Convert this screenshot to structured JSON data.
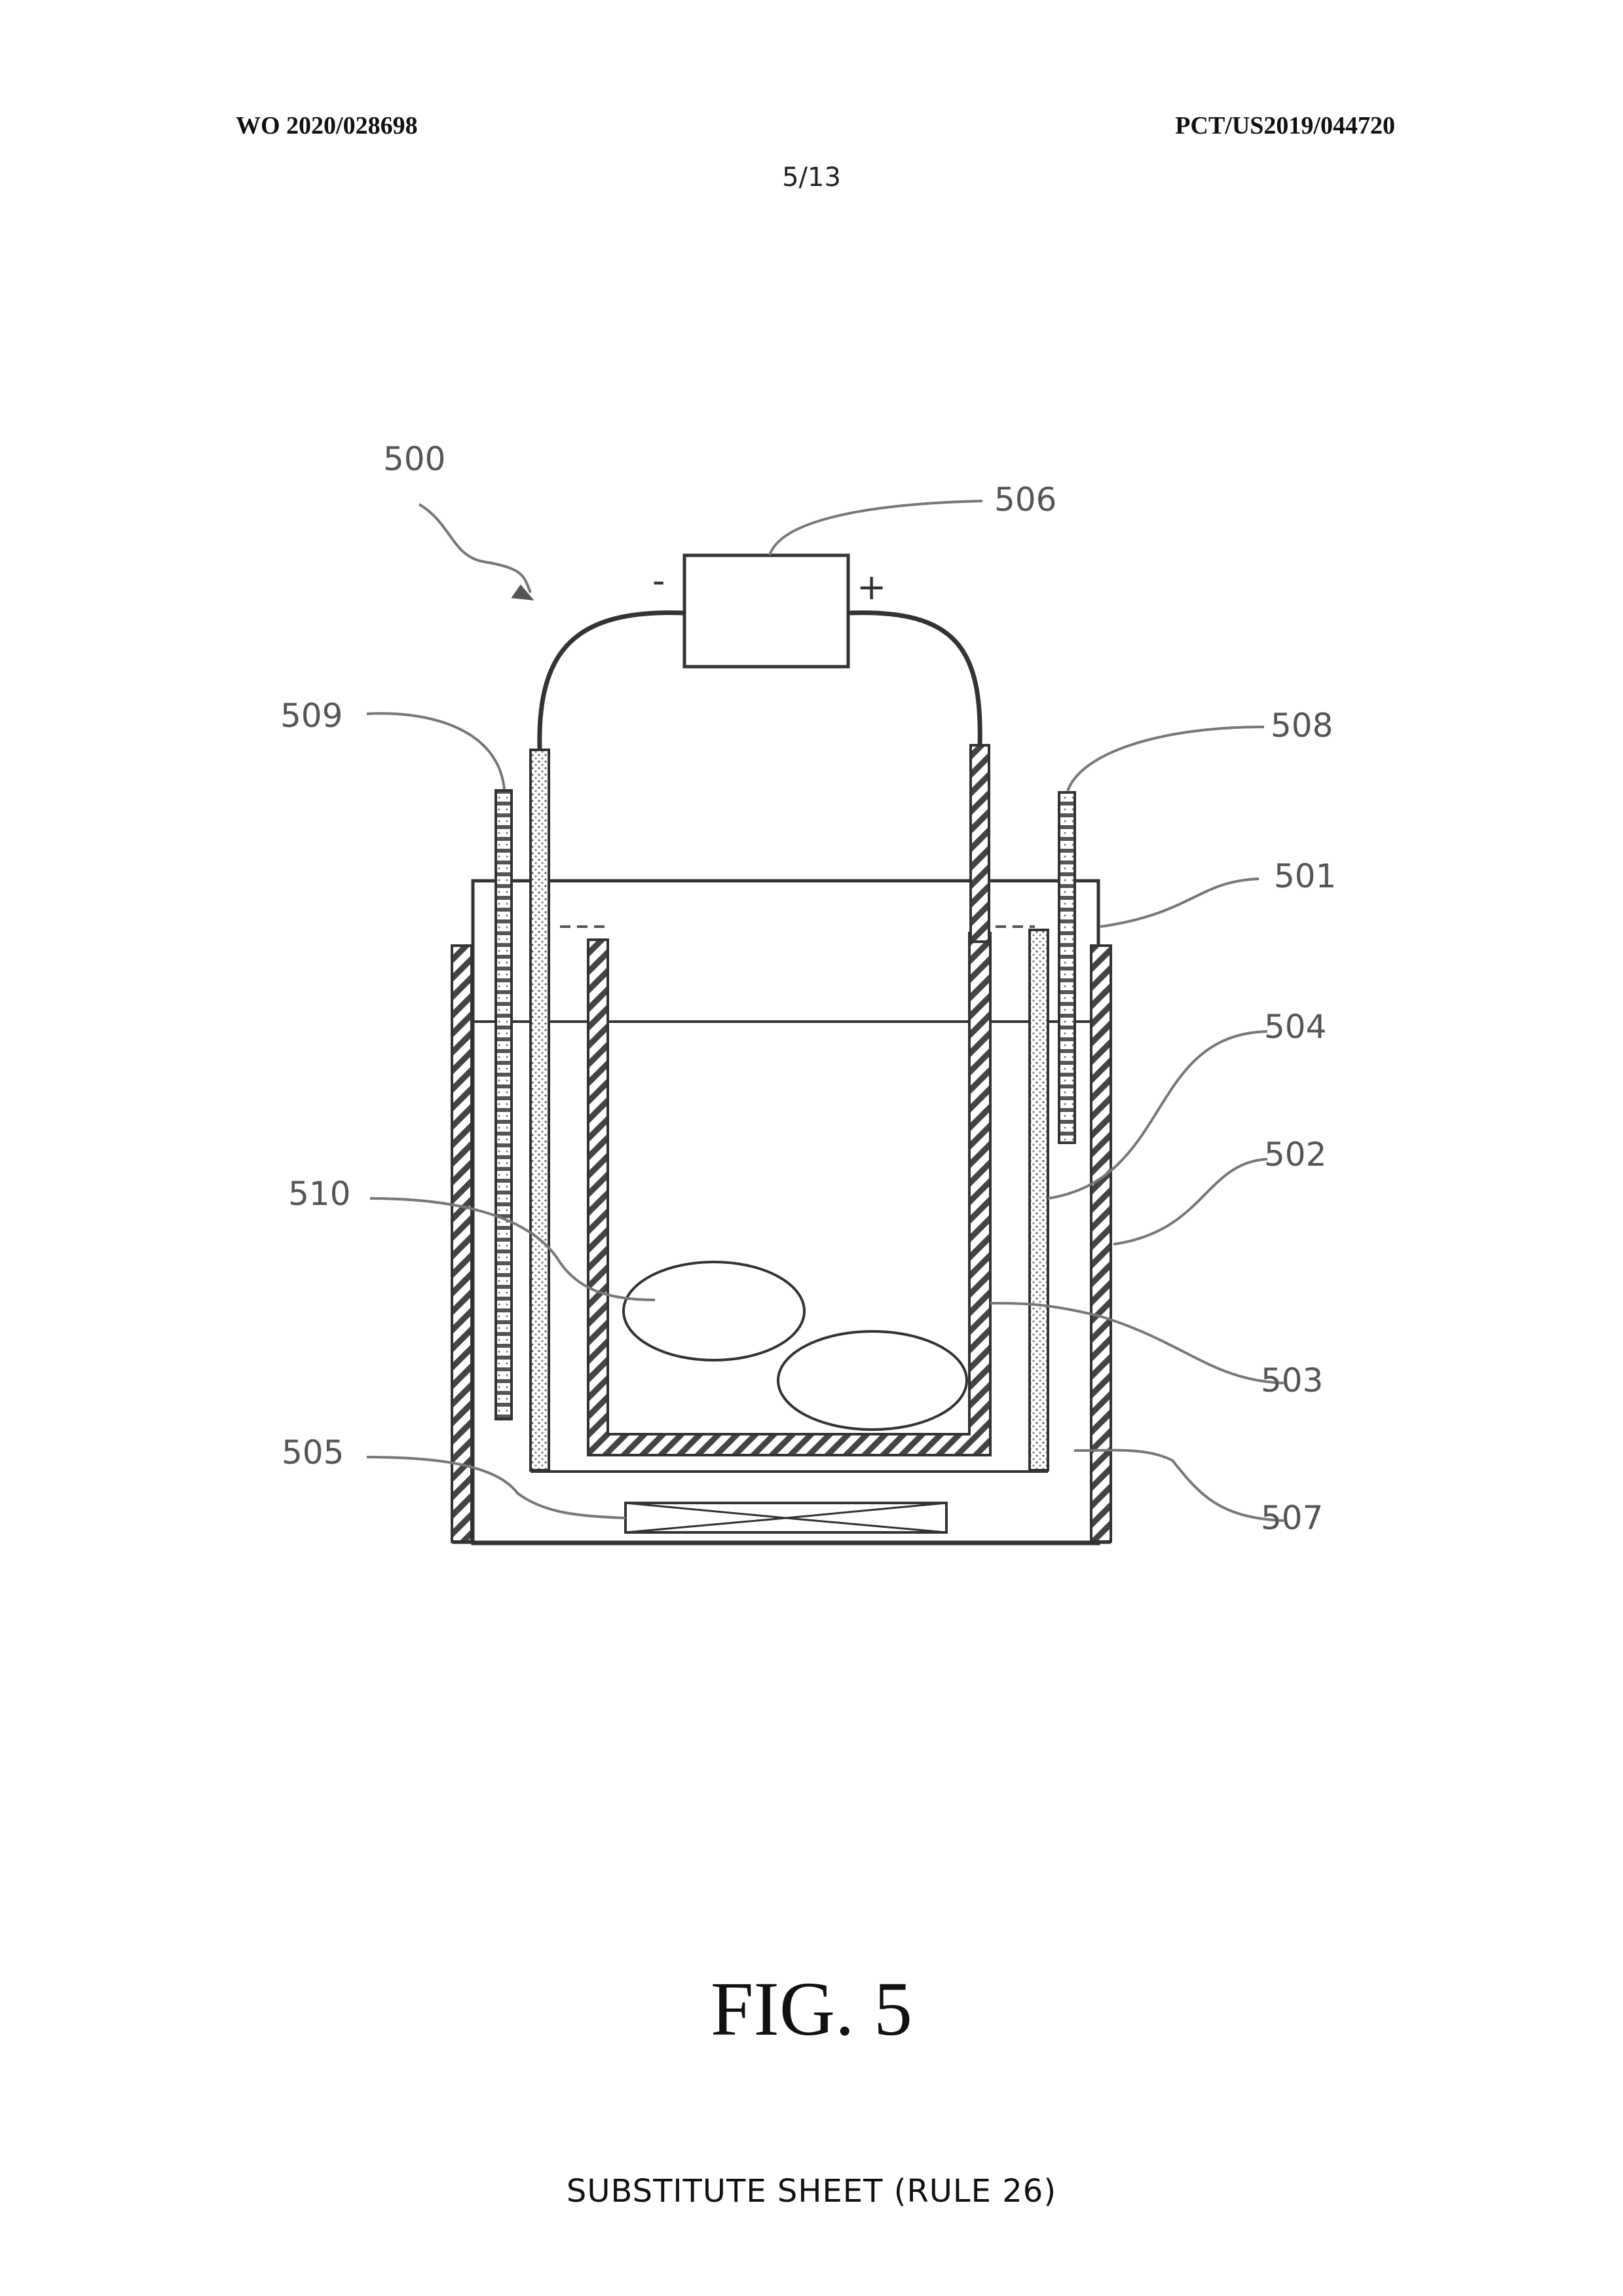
{
  "header": {
    "publication_number": "WO 2020/028698",
    "application_number": "PCT/US2019/044720",
    "sheet": "5/13"
  },
  "figure": {
    "title": "FIG. 5",
    "labels": {
      "r500": "500",
      "r501": "501",
      "r502": "502",
      "r503": "503",
      "r504": "504",
      "r505": "505",
      "r506": "506",
      "r507": "507",
      "r508": "508",
      "r509": "509",
      "r510": "510"
    },
    "polarity": {
      "negative": "-",
      "positive": "+"
    }
  },
  "footer": {
    "text": "SUBSTITUTE SHEET (RULE 26)"
  }
}
